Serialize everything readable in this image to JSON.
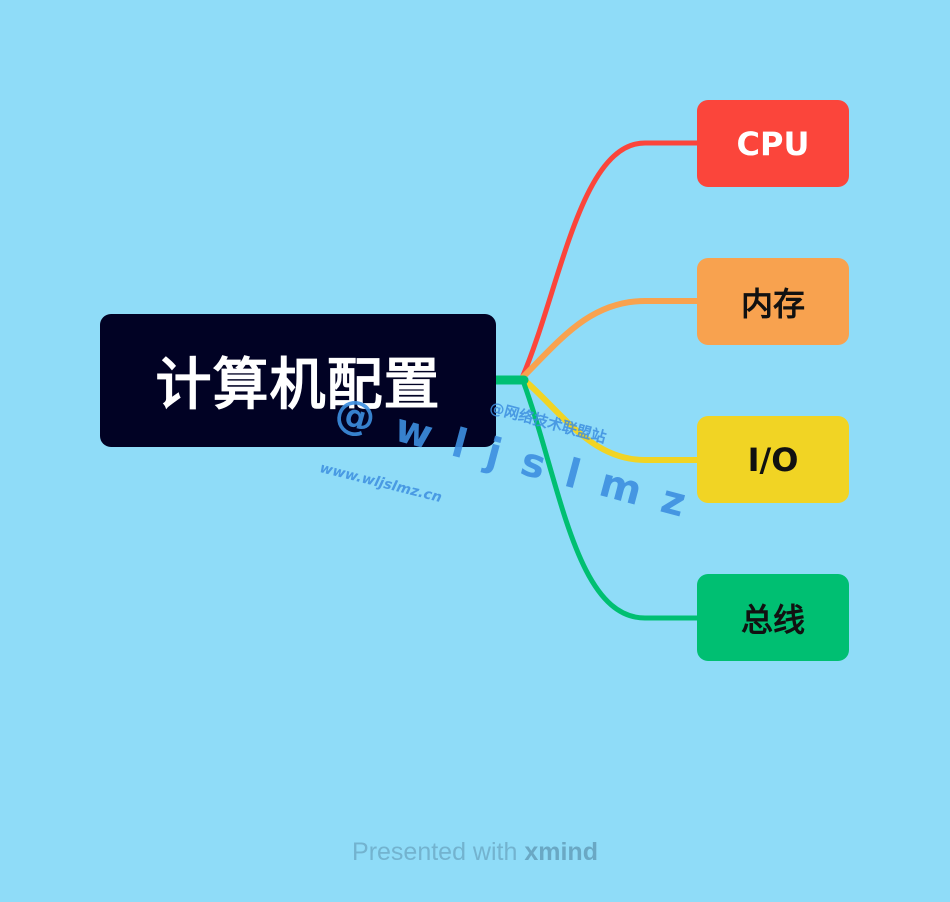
{
  "mindmap": {
    "root": {
      "label": "计算机配置",
      "color": "#010224"
    },
    "children": [
      {
        "label": "CPU",
        "color": "#fb453b"
      },
      {
        "label": "内存",
        "color": "#f8a24f"
      },
      {
        "label": "I/O",
        "color": "#f1d424"
      },
      {
        "label": "总线",
        "color": "#00bf72"
      }
    ]
  },
  "watermarks": {
    "main": "@wljslmz",
    "site_name": "@网络技术联盟站",
    "url": "www.wljslmz.cn"
  },
  "footer": {
    "prefix": "Presented with",
    "brand": "xmind"
  },
  "colors": {
    "background": "#8fdcf8"
  }
}
